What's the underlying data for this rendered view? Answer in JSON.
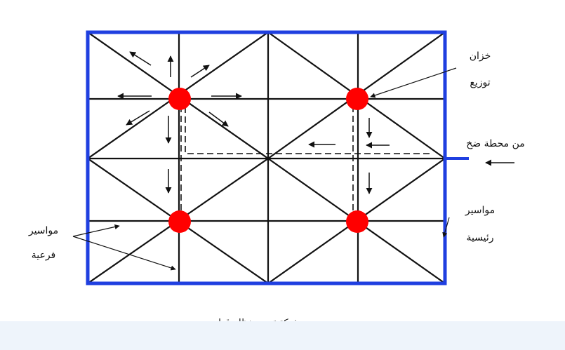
{
  "labels": {
    "tank_line1": "خزان",
    "tank_line2": "توزيع",
    "pump_station": "من محطة ضخ",
    "main_pipes_line1": "مواسير",
    "main_pipes_line2": "رئيسية",
    "branch_pipes_line1": "مواسير",
    "branch_pipes_line2": "فرعية",
    "caption": "شبكة توزيع بنظام قطري."
  },
  "colors": {
    "frame": "#1f3fe0",
    "grid": "#111111",
    "tank": "#ff0000"
  }
}
